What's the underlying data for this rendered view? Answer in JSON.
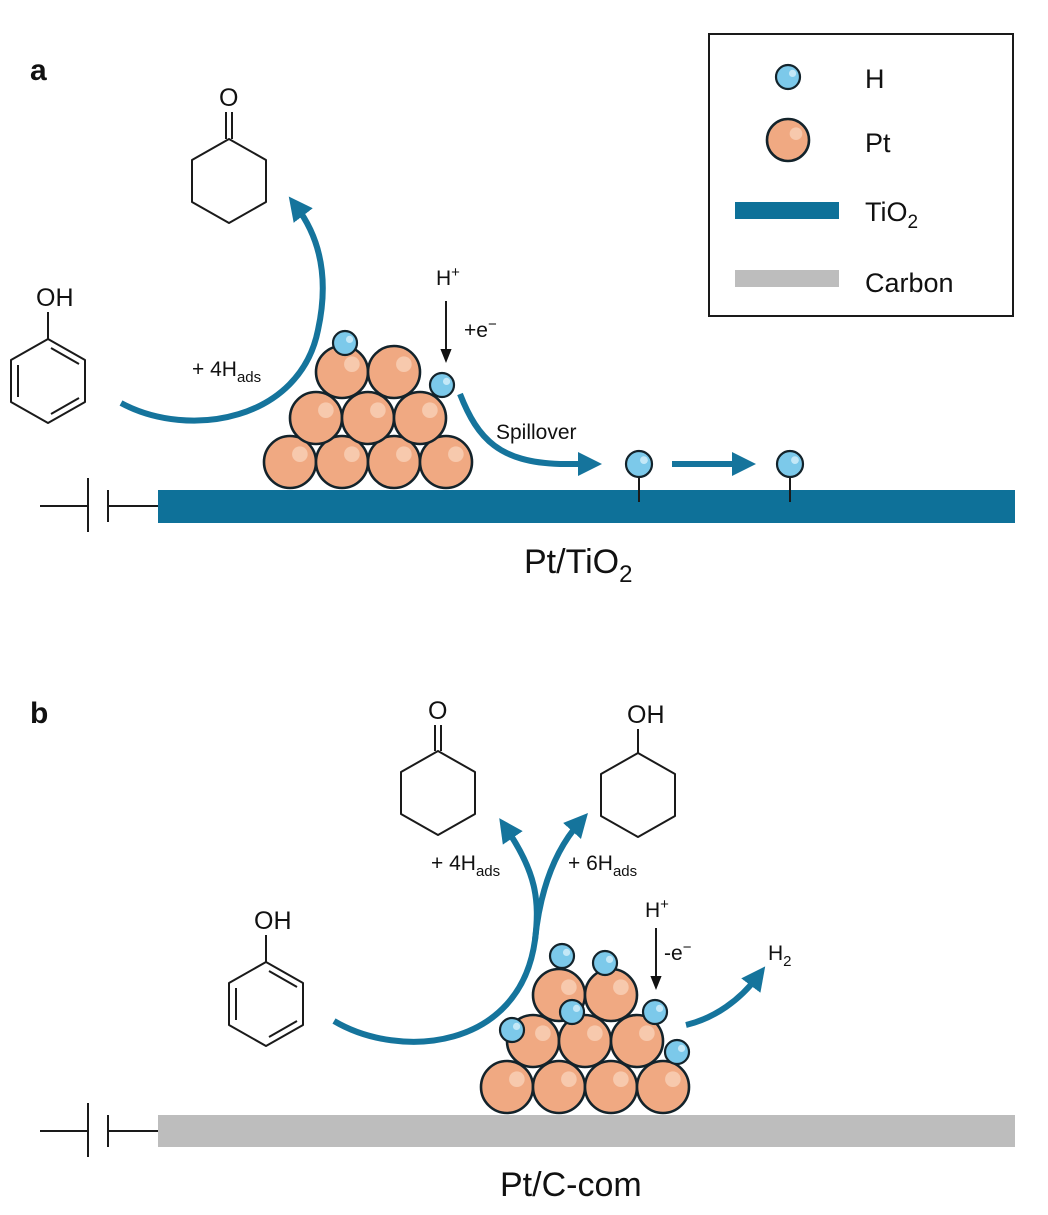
{
  "colors": {
    "tio2": "#0e7199",
    "carbon": "#bdbdbd",
    "pt_fill": "#f0a982",
    "pt_highlight": "#f7c9ad",
    "h_fill": "#7cc9ea",
    "h_highlight": "#c4e8f7",
    "outline": "#13232b",
    "arrow": "#15749c"
  },
  "legend": {
    "items": [
      {
        "symbol": "h-atom",
        "label": "H"
      },
      {
        "symbol": "pt-atom",
        "label": "Pt"
      },
      {
        "symbol": "tio2-bar",
        "label": "TiO",
        "sub": "2"
      },
      {
        "symbol": "carbon-bar",
        "label": "Carbon"
      }
    ]
  },
  "panel_a": {
    "letter": "a",
    "reactant": {
      "name": "phenol",
      "substituent": "OH"
    },
    "product": {
      "name": "cyclohexanone",
      "substituent": "O"
    },
    "reaction_label": {
      "prefix": "+ 4H",
      "sub": "ads"
    },
    "proton": {
      "label": "H",
      "sup": "+"
    },
    "electron": {
      "label": "+e",
      "sup": "−"
    },
    "spillover_label": "Spillover",
    "support": {
      "label": "Pt/TiO",
      "sub": "2"
    }
  },
  "panel_b": {
    "letter": "b",
    "reactant": {
      "name": "phenol",
      "substituent": "OH"
    },
    "products": [
      {
        "name": "cyclohexanone",
        "substituent": "O",
        "label_prefix": "+ 4H",
        "label_sub": "ads"
      },
      {
        "name": "cyclohexanol",
        "substituent": "OH",
        "label_prefix": "+ 6H",
        "label_sub": "ads"
      }
    ],
    "proton": {
      "label": "H",
      "sup": "+"
    },
    "electron": {
      "label": "-e",
      "sup": "−"
    },
    "hydrogen_gas": {
      "label": "H",
      "sub": "2"
    },
    "support": {
      "label": "Pt/C-com"
    }
  }
}
